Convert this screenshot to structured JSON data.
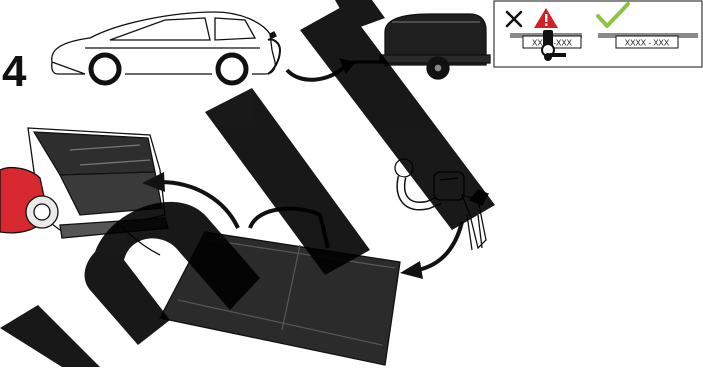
{
  "step": {
    "number": "4"
  },
  "plates": {
    "wrong_label": "XXXX-XXX",
    "correct_label": "XXXX - XXX"
  },
  "colors": {
    "ink": "#111111",
    "car_red": "#d8282f",
    "warning_red": "#d32027",
    "check_green": "#8cc63f",
    "bag": "#2b2b2b",
    "watermark": "#000000"
  },
  "icons": {
    "wrong": "cross-icon",
    "warning": "warning-triangle-icon",
    "correct": "checkmark-icon"
  }
}
